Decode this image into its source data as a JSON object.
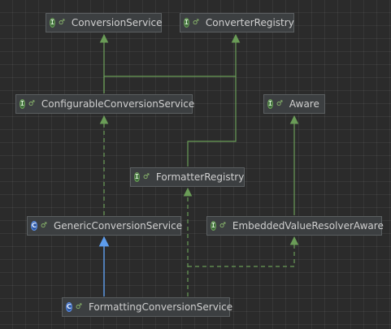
{
  "colors": {
    "background": "#2b2b2b",
    "node_fill": "#3c3f41",
    "node_border": "#5b5f61",
    "text": "#cfcfcf",
    "extends_interface_edge": "#6a9c57",
    "extends_class_edge": "#5d9cec"
  },
  "nodes": [
    {
      "id": "conversion_service",
      "label": "ConversionService",
      "kind": "interface",
      "icon": "interface-icon"
    },
    {
      "id": "converter_registry",
      "label": "ConverterRegistry",
      "kind": "interface",
      "icon": "interface-icon"
    },
    {
      "id": "configurable_conversion_service",
      "label": "ConfigurableConversionService",
      "kind": "interface",
      "icon": "interface-icon"
    },
    {
      "id": "aware",
      "label": "Aware",
      "kind": "interface",
      "icon": "interface-icon"
    },
    {
      "id": "formatter_registry",
      "label": "FormatterRegistry",
      "kind": "interface",
      "icon": "interface-icon"
    },
    {
      "id": "generic_conversion_service",
      "label": "GenericConversionService",
      "kind": "class",
      "icon": "class-icon"
    },
    {
      "id": "embedded_value_resolver_aware",
      "label": "EmbeddedValueResolverAware",
      "kind": "interface",
      "icon": "interface-icon"
    },
    {
      "id": "formatting_conversion_service",
      "label": "FormattingConversionService",
      "kind": "class",
      "icon": "class-icon"
    }
  ],
  "badges": {
    "interface": "I",
    "class": "C",
    "visibility": "♂"
  },
  "edges": [
    {
      "from": "configurable_conversion_service",
      "to": "conversion_service",
      "type": "extends-interface"
    },
    {
      "from": "configurable_conversion_service",
      "to": "converter_registry",
      "type": "extends-interface"
    },
    {
      "from": "formatter_registry",
      "to": "converter_registry",
      "type": "extends-interface"
    },
    {
      "from": "embedded_value_resolver_aware",
      "to": "aware",
      "type": "extends-interface"
    },
    {
      "from": "generic_conversion_service",
      "to": "configurable_conversion_service",
      "type": "implements"
    },
    {
      "from": "formatting_conversion_service",
      "to": "generic_conversion_service",
      "type": "extends-class"
    },
    {
      "from": "formatting_conversion_service",
      "to": "formatter_registry",
      "type": "implements"
    },
    {
      "from": "formatting_conversion_service",
      "to": "embedded_value_resolver_aware",
      "type": "implements"
    }
  ]
}
